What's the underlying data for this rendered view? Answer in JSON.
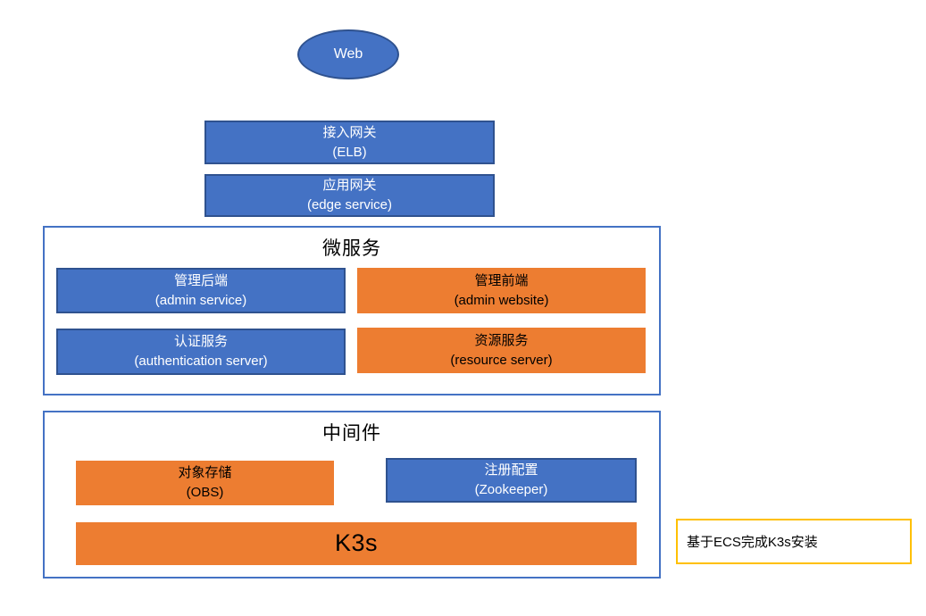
{
  "diagram": {
    "web": {
      "label": "Web"
    },
    "gateways": [
      {
        "line1": "接入网关",
        "line2": "(ELB)"
      },
      {
        "line1": "应用网关",
        "line2": "(edge service)"
      }
    ],
    "microservices": {
      "title": "微服务",
      "boxes": [
        {
          "line1": "管理后端",
          "line2": "(admin service)",
          "color": "blue"
        },
        {
          "line1": "管理前端",
          "line2": "(admin website)",
          "color": "orange"
        },
        {
          "line1": "认证服务",
          "line2": "(authentication server)",
          "color": "blue"
        },
        {
          "line1": "资源服务",
          "line2": "(resource server)",
          "color": "orange"
        }
      ]
    },
    "middleware": {
      "title": "中间件",
      "boxes": [
        {
          "line1": "对象存储",
          "line2": "(OBS)",
          "color": "orange"
        },
        {
          "line1": "注册配置",
          "line2": "(Zookeeper)",
          "color": "blue"
        }
      ],
      "platform": "K3s"
    },
    "annotation": "基于ECS完成K3s安装"
  },
  "colors": {
    "blue_fill": "#4472C4",
    "blue_border": "#2F528F",
    "orange_fill": "#ED7D31",
    "container_border": "#4472C4",
    "annotation_border": "#FFC000"
  }
}
